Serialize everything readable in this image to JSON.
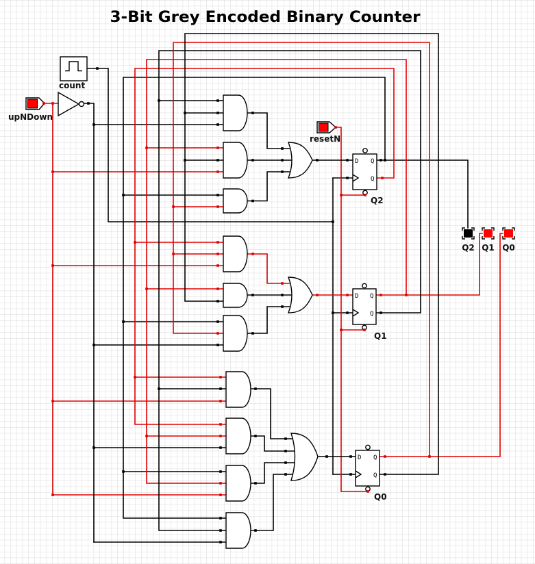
{
  "title": "3-Bit Grey Encoded Binary Counter",
  "colors": {
    "signal_high": "#e00000",
    "signal_low": "#000000",
    "led_on": "#ff0000",
    "led_off": "#000000",
    "grid": "#d9d9d9"
  },
  "inputs": {
    "count": {
      "label": "count",
      "type": "clock",
      "value": 0,
      "icon": "clock-pulse-icon"
    },
    "upNDown": {
      "label": "upNDown",
      "type": "pin",
      "value": 1
    },
    "resetN": {
      "label": "resetN",
      "type": "pin",
      "value": 1
    }
  },
  "flip_flops": [
    {
      "label": "Q2",
      "type": "D flip-flop"
    },
    {
      "label": "Q1",
      "type": "D flip-flop"
    },
    {
      "label": "Q0",
      "type": "D flip-flop"
    }
  ],
  "pin_labels": {
    "d": "D",
    "q": "Q",
    "q_bar": "Q"
  },
  "outputs": [
    {
      "label": "Q2",
      "value": 0
    },
    {
      "label": "Q1",
      "value": 1
    },
    {
      "label": "Q0",
      "value": 1
    }
  ],
  "signals": {
    "upNDown": 1,
    "notUpNDown": 0,
    "count": 0,
    "resetN": 1,
    "Q2": 0,
    "Q2_bar": 1,
    "Q1": 1,
    "Q1_bar": 0,
    "Q0": 1,
    "Q0_bar": 0,
    "and1": 0,
    "and2": 0,
    "and3": 0,
    "and4": 1,
    "and5": 0,
    "and6": 0,
    "and7": 0,
    "and8": 0,
    "and9": 0,
    "and10": 0,
    "or1": 0,
    "or2": 1,
    "or3": 0
  }
}
